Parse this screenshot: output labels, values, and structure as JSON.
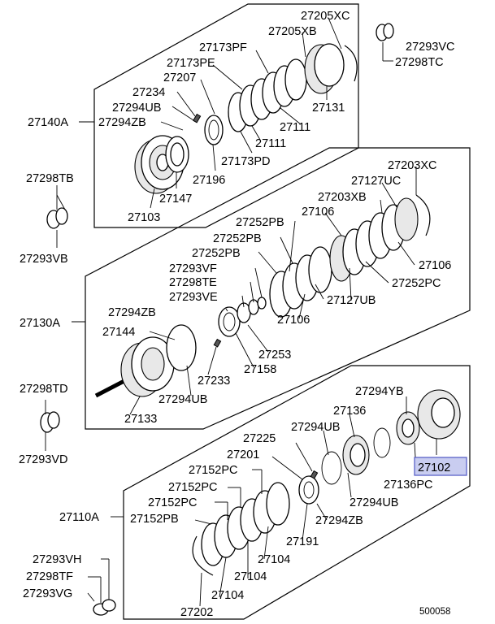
{
  "groups": [
    {
      "id": "27140A",
      "label": "27140A",
      "parts": [
        "27205XC",
        "27205XB",
        "27173PF",
        "27173PE",
        "27207",
        "27234",
        "27294UB",
        "27294ZB",
        "27131",
        "27111",
        "27111",
        "27173PD",
        "27196",
        "27147",
        "27103"
      ]
    },
    {
      "id": "27130A",
      "label": "27130A",
      "parts": [
        "27203XC",
        "27127UC",
        "27203XB",
        "27252PB",
        "27106",
        "27252PB",
        "27252PB",
        "27106",
        "27293VF",
        "27298TE",
        "27293VE",
        "27252PC",
        "27127UB",
        "27294ZB",
        "27106",
        "27144",
        "27253",
        "27233",
        "27158",
        "27294UB",
        "27133"
      ]
    },
    {
      "id": "27110A",
      "label": "27110A",
      "parts": [
        "27294YB",
        "27136",
        "27225",
        "27294UB",
        "27201",
        "27102",
        "27136PC",
        "27152PC",
        "27152PC",
        "27152PC",
        "27294UB",
        "27294ZB",
        "27152PB",
        "27191",
        "27104",
        "27104",
        "27104",
        "27202"
      ]
    }
  ],
  "loose_parts": [
    "27293VC",
    "27298TC",
    "27298TB",
    "27293VB",
    "27298TD",
    "27293VD",
    "27293VH",
    "27298TF",
    "27293VG"
  ],
  "highlighted_part": "27102",
  "highlight_color": "#c9cdf0",
  "highlight_border": "#5a62c8",
  "diagram_number": "500058",
  "labels": {
    "l_27205XC": "27205XC",
    "l_27205XB": "27205XB",
    "l_27173PF": "27173PF",
    "l_27173PE": "27173PE",
    "l_27207": "27207",
    "l_27234": "27234",
    "l_27294UB_a": "27294UB",
    "l_27294ZB_a": "27294ZB",
    "l_27140A": "27140A",
    "l_27131": "27131",
    "l_27111_a": "27111",
    "l_27111_b": "27111",
    "l_27173PD": "27173PD",
    "l_27196": "27196",
    "l_27147": "27147",
    "l_27103": "27103",
    "l_27293VC": "27293VC",
    "l_27298TC": "27298TC",
    "l_27298TB": "27298TB",
    "l_27293VB": "27293VB",
    "l_27203XC": "27203XC",
    "l_27127UC": "27127UC",
    "l_27203XB": "27203XB",
    "l_27252PB_a": "27252PB",
    "l_27106_a": "27106",
    "l_27252PB_b": "27252PB",
    "l_27252PB_c": "27252PB",
    "l_27106_b": "27106",
    "l_27293VF": "27293VF",
    "l_27252PC": "27252PC",
    "l_27298TE": "27298TE",
    "l_27293VE": "27293VE",
    "l_27127UB": "27127UB",
    "l_27294ZB_b": "27294ZB",
    "l_27130A": "27130A",
    "l_27106_c": "27106",
    "l_27144": "27144",
    "l_27253": "27253",
    "l_27233": "27233",
    "l_27158": "27158",
    "l_27298TD": "27298TD",
    "l_27294UB_b": "27294UB",
    "l_27133": "27133",
    "l_27293VD": "27293VD",
    "l_27294YB": "27294YB",
    "l_27136": "27136",
    "l_27225": "27225",
    "l_27294UB_c": "27294UB",
    "l_27201": "27201",
    "l_27102": "27102",
    "l_27152PC_a": "27152PC",
    "l_27136PC": "27136PC",
    "l_27152PC_b": "27152PC",
    "l_27294UB_d": "27294UB",
    "l_27152PC_c": "27152PC",
    "l_27294ZB_c": "27294ZB",
    "l_27110A": "27110A",
    "l_27152PB": "27152PB",
    "l_27191": "27191",
    "l_27104_a": "27104",
    "l_27293VH": "27293VH",
    "l_27104_b": "27104",
    "l_27298TF": "27298TF",
    "l_27293VG": "27293VG",
    "l_27104_c": "27104",
    "l_27202": "27202",
    "l_500058": "500058"
  }
}
